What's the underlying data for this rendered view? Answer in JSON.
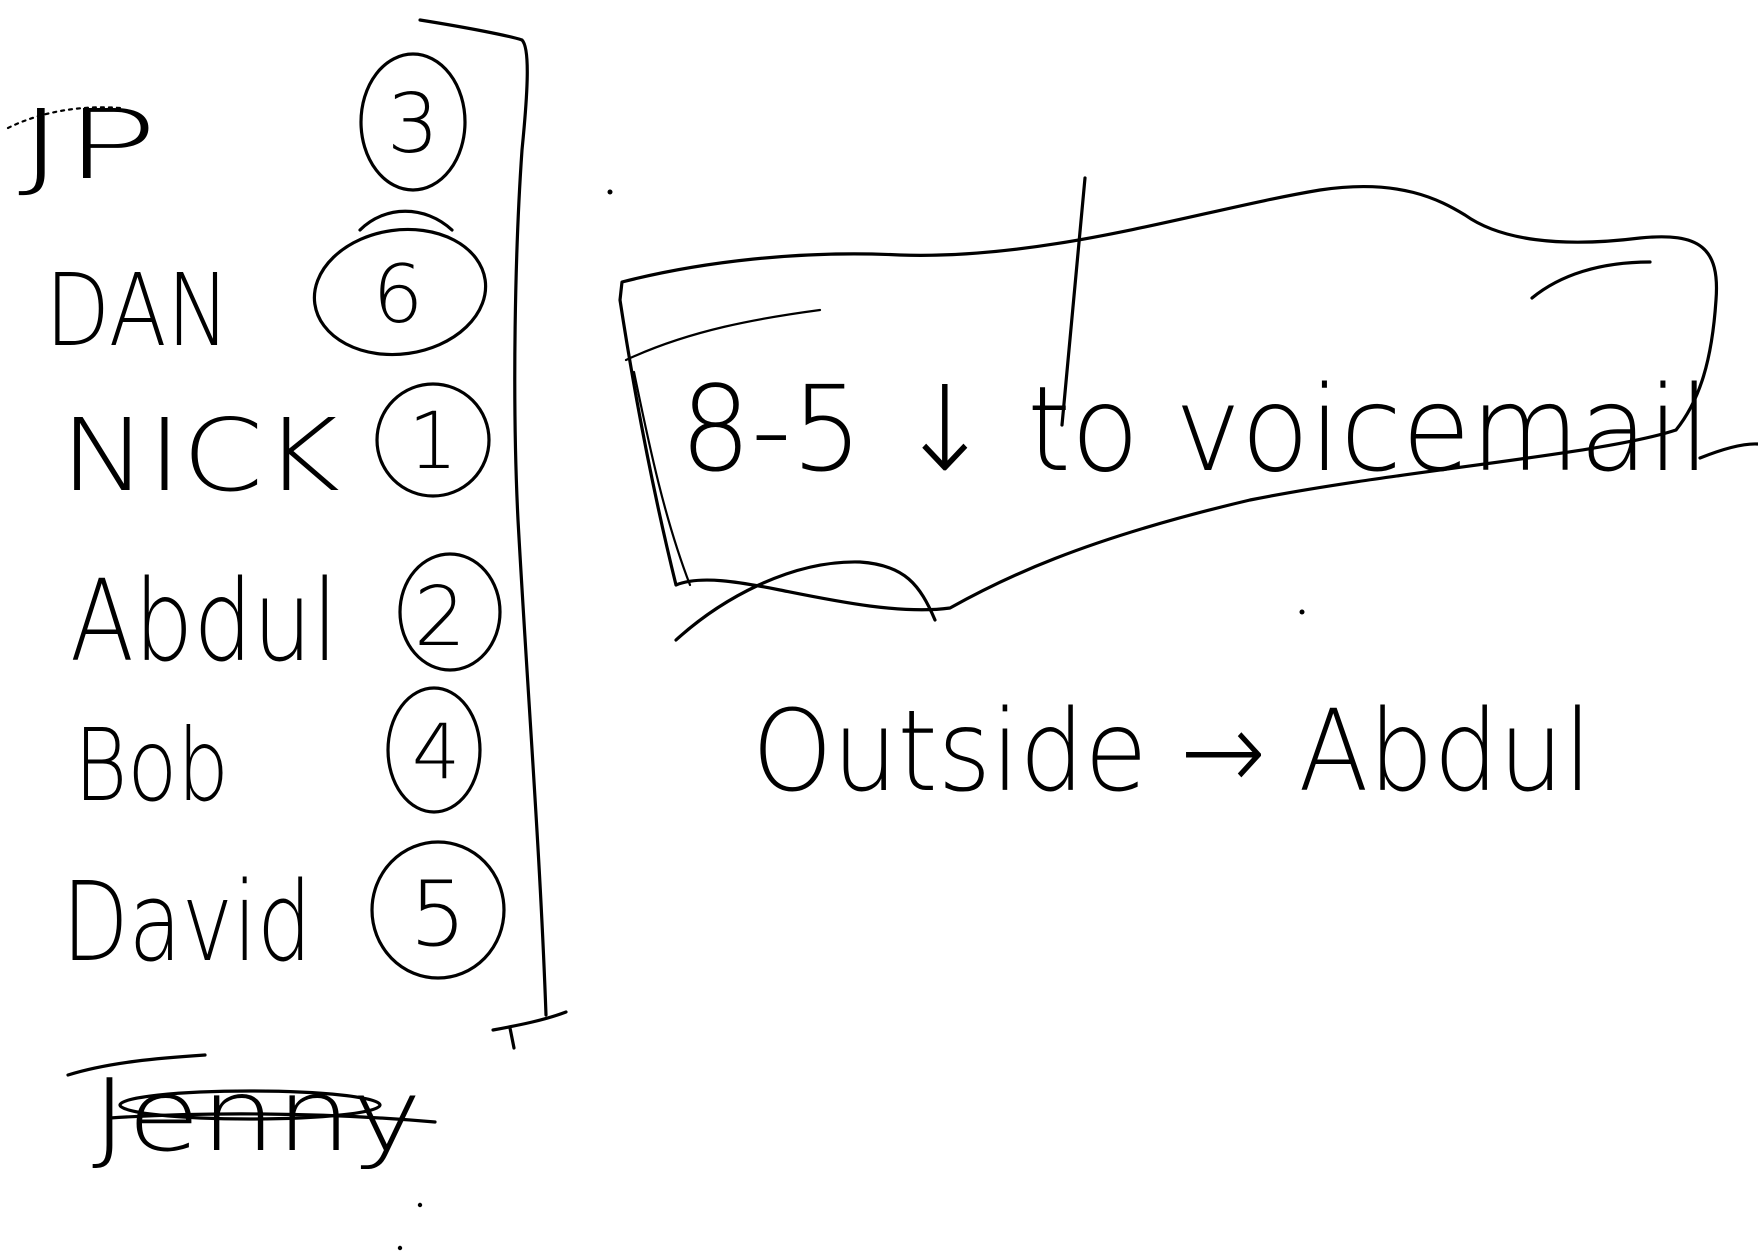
{
  "roster": [
    {
      "name": "JP",
      "number": "3"
    },
    {
      "name": "DAN",
      "number": "6"
    },
    {
      "name": "NICK",
      "number": "1"
    },
    {
      "name": "Abdul",
      "number": "2"
    },
    {
      "name": "Bob",
      "number": "4"
    },
    {
      "name": "David",
      "number": "5"
    }
  ],
  "struck_name": "Jenny",
  "note_box": {
    "text": "8-5 ↓ to voicemail"
  },
  "note_line": {
    "text": "Outside → Abdul"
  },
  "colors": {
    "ink": "#000000",
    "background": "#ffffff"
  }
}
